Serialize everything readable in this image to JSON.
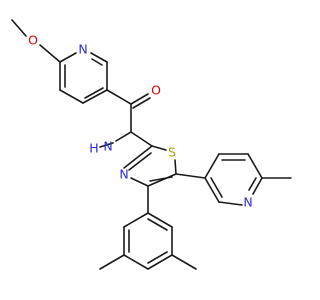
{
  "colors": {
    "carbon": "#1a1a1a",
    "nitrogen": "#2c2cd6",
    "oxygen": "#e00000",
    "sulfur": "#a7a700",
    "background": "#ffffff"
  },
  "atom_labels": {
    "methoxy_o": "O",
    "pyridine_top_n": "N",
    "carbonyl_o": "O",
    "amide_nh": "N",
    "amide_h": "H",
    "thiazole_s": "S",
    "thiazole_n": "N",
    "pyridine_right_n": "N"
  }
}
